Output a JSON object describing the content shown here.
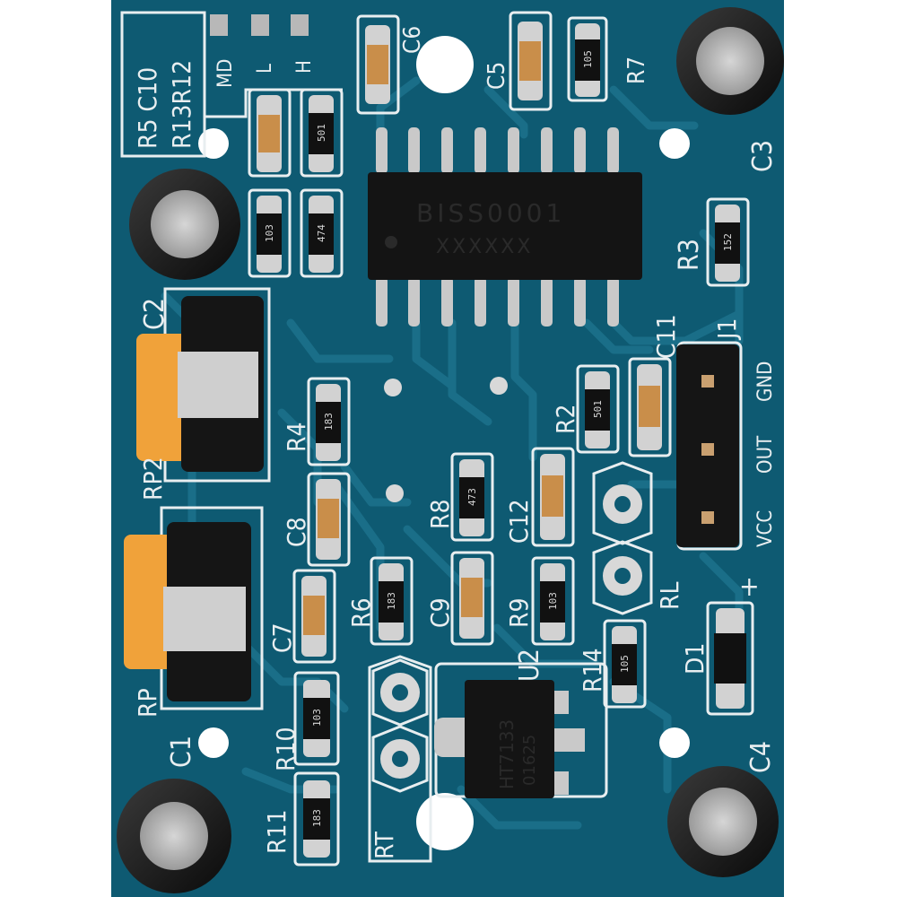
{
  "board": {
    "pcb_color": "#0e5a72",
    "trace_color": "#1a6e88",
    "silk_color": "#e8eef0",
    "labels": {
      "r5c10": "R5 C10",
      "r13r12": "R13R12",
      "md": "MD",
      "l": "L",
      "h": "H",
      "c6": "C6",
      "c5": "C5",
      "r7": "R7",
      "c3": "C3",
      "r3": "R3",
      "c2": "C2",
      "c11": "C11",
      "j1": "J1",
      "gnd": "GND",
      "out": "OUT",
      "vcc": "VCC",
      "r2": "R2",
      "r4": "R4",
      "rp2": "RP2",
      "r8": "R8",
      "c12": "C12",
      "c8": "C8",
      "rl": "RL",
      "plus": "+",
      "r6": "R6",
      "c9": "C9",
      "r9": "R9",
      "c7": "C7",
      "r14": "R14",
      "d1": "D1",
      "rp": "RP",
      "c1": "C1",
      "u2": "U2",
      "r10": "R10",
      "c4": "C4",
      "r11": "R11",
      "rt": "RT"
    },
    "ic_main": {
      "line1": "BISS0001",
      "line2": "XXXXXX"
    },
    "ic_reg": {
      "line1": "HT7133",
      "line2": "01625"
    },
    "resistor_codes": {
      "r501a": "501",
      "r105a": "105",
      "r103a": "103",
      "r474": "474",
      "r152": "152",
      "r501b": "501",
      "r183a": "183",
      "r473": "473",
      "r183b": "183",
      "r103b": "103",
      "r105b": "105",
      "r103c": "103",
      "r183c": "183"
    }
  }
}
